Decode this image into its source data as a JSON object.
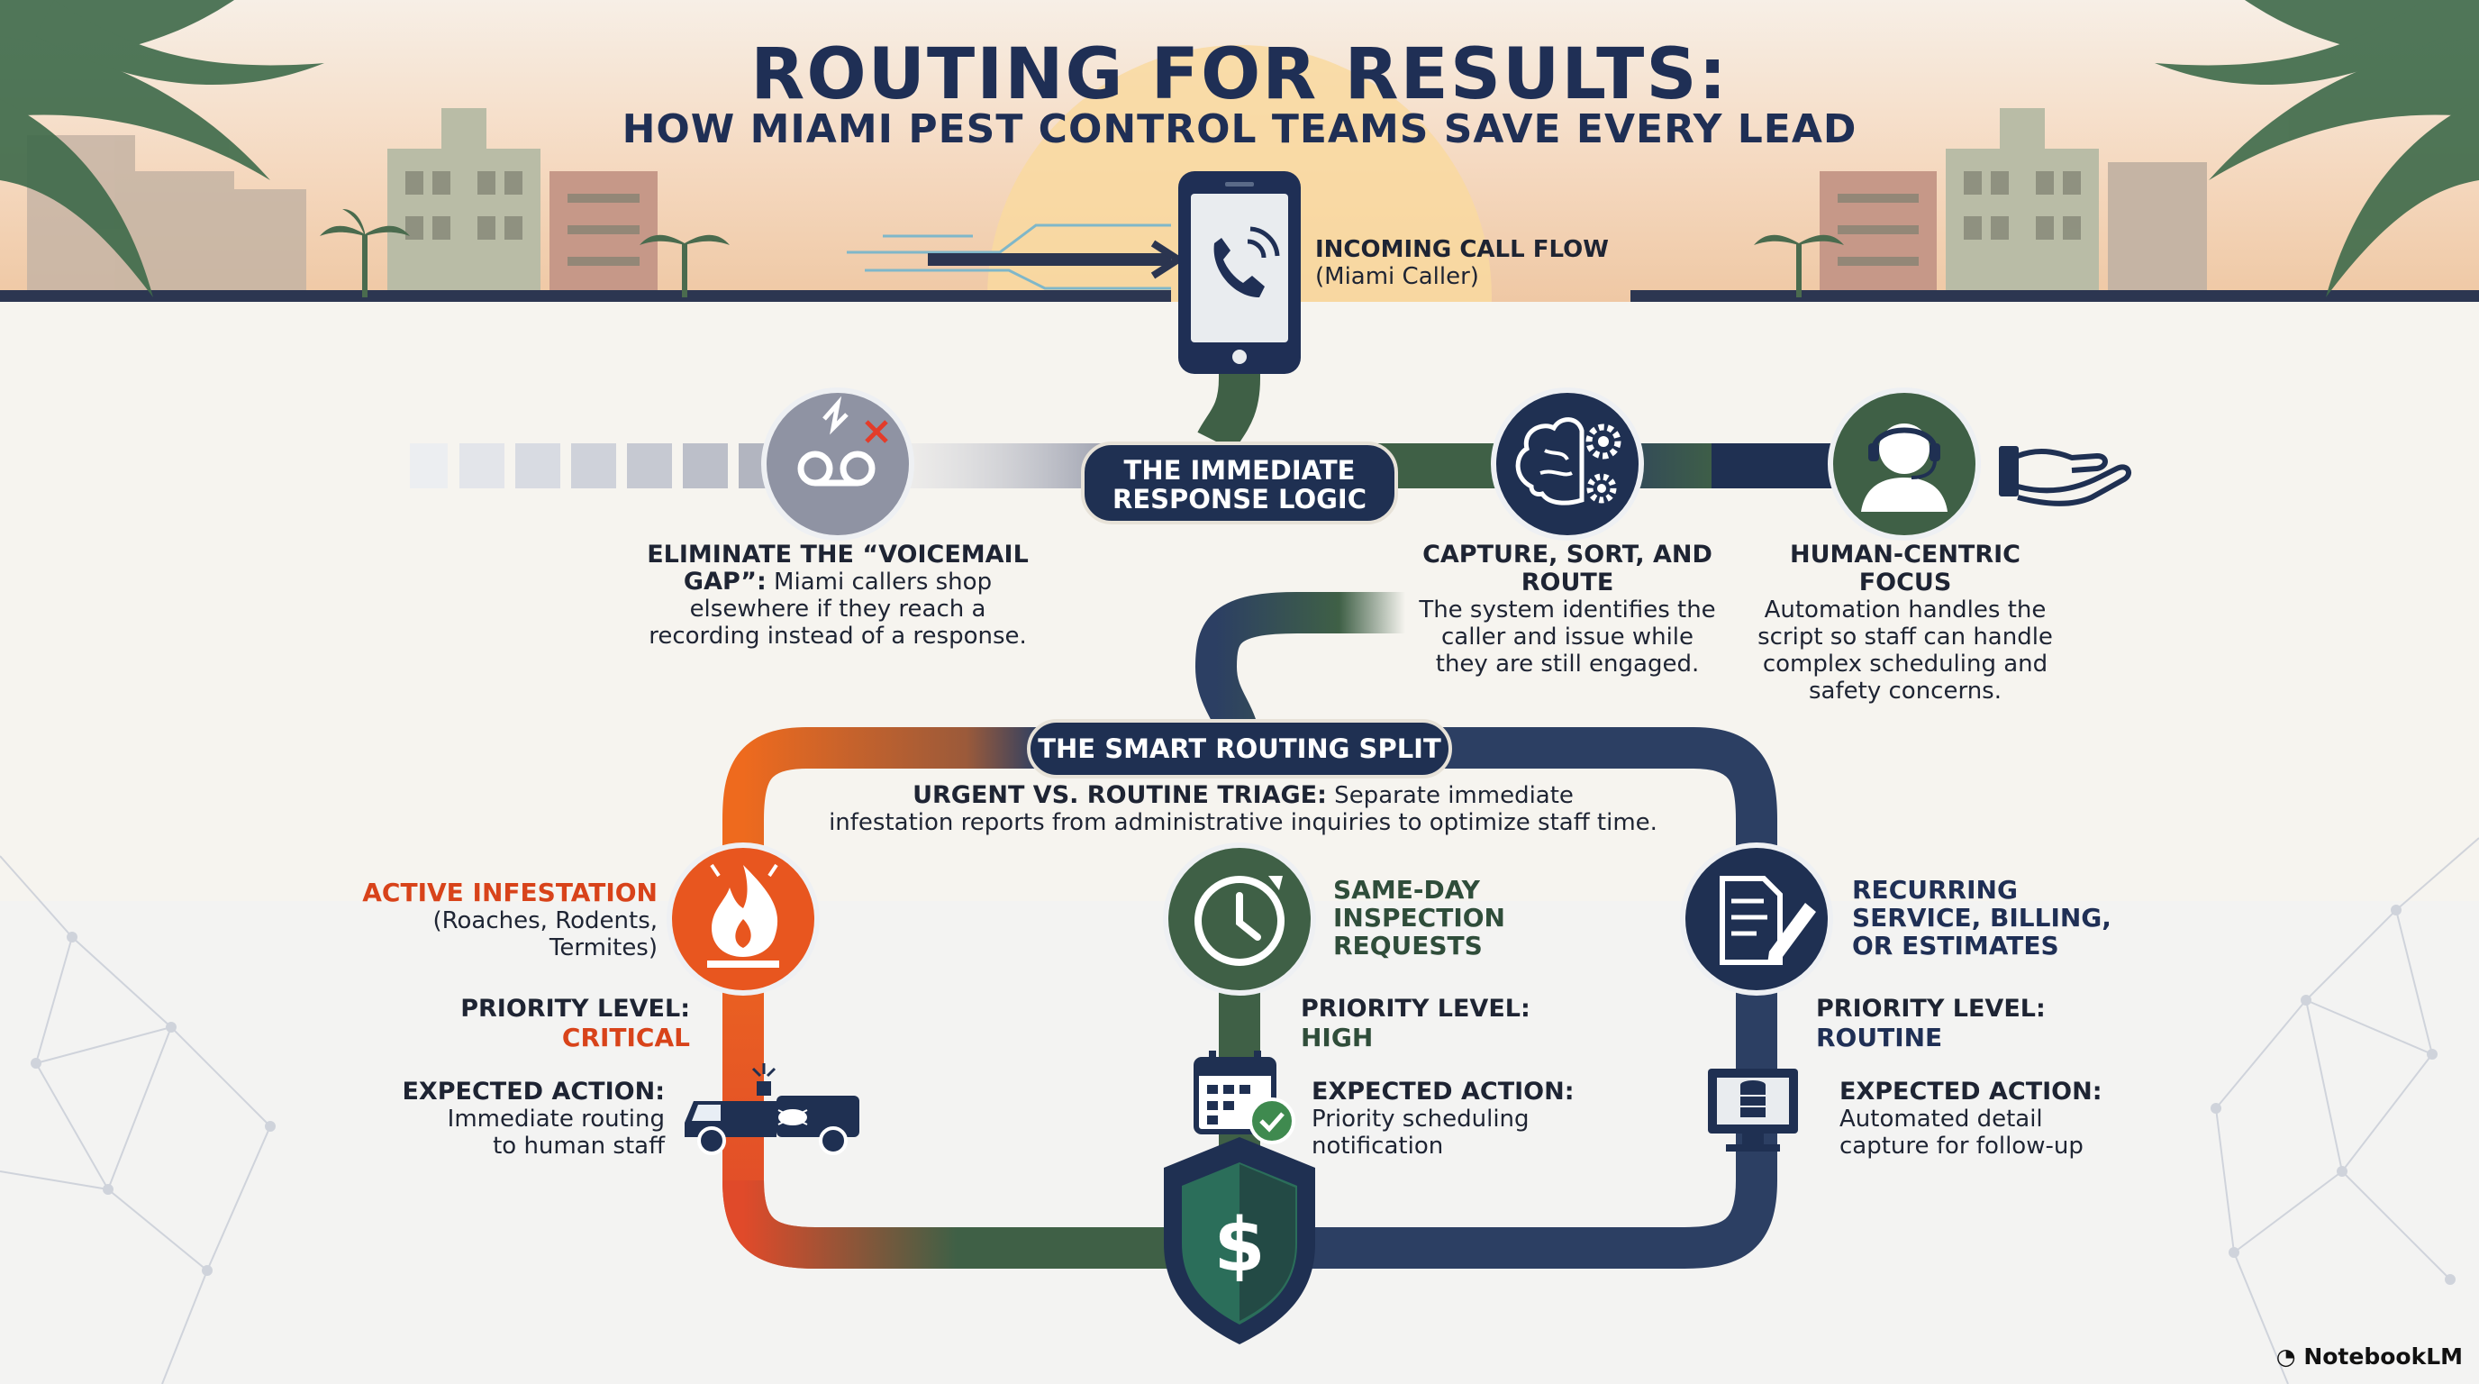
{
  "header": {
    "title": "ROUTING FOR RESULTS:",
    "subtitle": "HOW MIAMI PEST CONTROL TEAMS SAVE EVERY LEAD"
  },
  "incoming": {
    "title": "INCOMING CALL FLOW",
    "subtitle": "(Miami Caller)"
  },
  "response_logic": {
    "pill_line1": "THE IMMEDIATE",
    "pill_line2": "RESPONSE LOGIC"
  },
  "voicemail": {
    "heading_line1": "ELIMINATE THE “VOICEMAIL",
    "heading_line2": "GAP”:",
    "body_line2": " Miami callers shop",
    "body_line3": "elsewhere if they reach a",
    "body_line4": "recording instead of a response."
  },
  "capture": {
    "heading": "CAPTURE, SORT, AND ROUTE",
    "body_line1": "The system identifies the",
    "body_line2": "caller and issue while",
    "body_line3": "they are still engaged."
  },
  "human": {
    "heading": "HUMAN-CENTRIC FOCUS",
    "body_line1": "Automation handles the",
    "body_line2": "script so staff can handle",
    "body_line3": "complex scheduling and",
    "body_line4": "safety concerns."
  },
  "split": {
    "pill": "THE SMART ROUTING SPLIT",
    "triage_heading": "URGENT VS. ROUTINE TRIAGE:",
    "triage_body_line1": " Separate immediate",
    "triage_body_line2": "infestation reports from administrative inquiries to optimize staff time."
  },
  "branches": {
    "critical": {
      "title": "ACTIVE INFESTATION",
      "sub_line1": "(Roaches, Rodents,",
      "sub_line2": "Termites)",
      "priority_label": "PRIORITY LEVEL:",
      "priority_value": "CRITICAL",
      "action_label": "EXPECTED ACTION:",
      "action_line1": "Immediate routing",
      "action_line2": "to human staff"
    },
    "high": {
      "title_line1": "SAME-DAY",
      "title_line2": "INSPECTION",
      "title_line3": "REQUESTS",
      "priority_label": "PRIORITY LEVEL:",
      "priority_value": "HIGH",
      "action_label": "EXPECTED ACTION:",
      "action_line1": "Priority scheduling",
      "action_line2": "notification"
    },
    "routine": {
      "title_line1": "RECURRING",
      "title_line2": "SERVICE, BILLING,",
      "title_line3": "OR ESTIMATES",
      "priority_label": "PRIORITY LEVEL:",
      "priority_value": "ROUTINE",
      "action_label": "EXPECTED ACTION:",
      "action_line1": "Automated detail",
      "action_line2": "capture for follow-up"
    }
  },
  "brand": "NotebookLM",
  "colors": {
    "navy": "#1f3052",
    "green": "#3f6046",
    "orange": "#e8561f",
    "red": "#d8431a",
    "gray": "#8f93a3"
  },
  "icons": [
    "phone-icon",
    "voicemail-icon",
    "brain-gears-icon",
    "headset-agent-icon",
    "open-hand-icon",
    "flame-icon",
    "clock-icon",
    "document-pen-icon",
    "van-icon",
    "calendar-check-icon",
    "computer-database-icon",
    "shield-dollar-icon",
    "palm-tree-icon"
  ]
}
